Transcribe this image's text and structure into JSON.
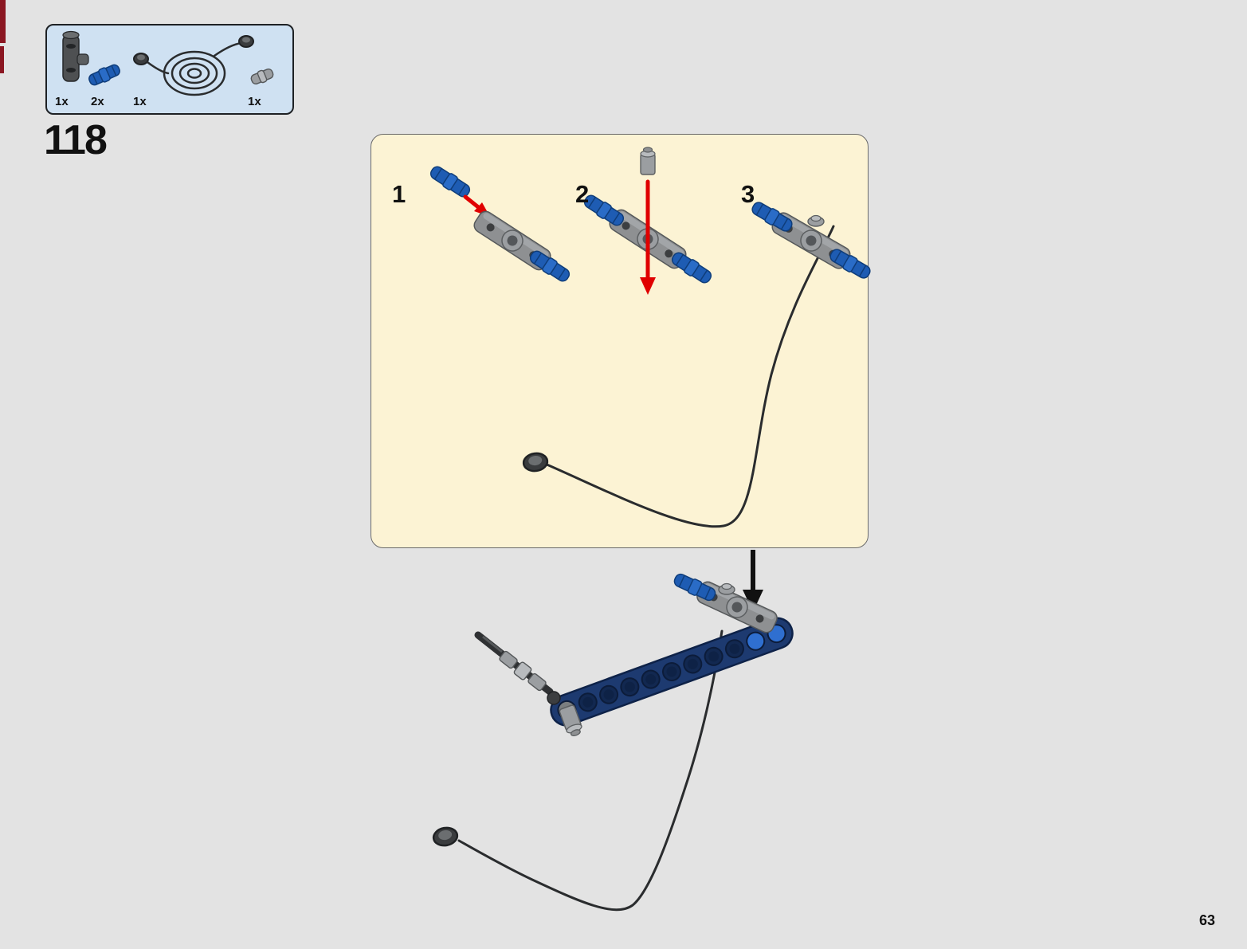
{
  "page": {
    "number": "63"
  },
  "step": {
    "number": "118"
  },
  "parts_callout": {
    "items": [
      {
        "count": "1x",
        "part_name": "dark-gray-pin-connector"
      },
      {
        "count": "2x",
        "part_name": "blue-technic-pin"
      },
      {
        "count": "1x",
        "part_name": "string-with-end-studs"
      },
      {
        "count": "1x",
        "part_name": "light-gray-pin"
      }
    ]
  },
  "instruction_panel": {
    "substeps": [
      {
        "label": "1"
      },
      {
        "label": "2"
      },
      {
        "label": "3"
      }
    ]
  },
  "colors": {
    "page_background": "#e3e3e3",
    "callout_background": "#cfe1f2",
    "panel_background": "#fcf3d4",
    "blue_part": "#1e5cb3",
    "dark_blue_beam": "#1d3a70",
    "gray_part": "#8e9092",
    "red_arrow": "#e00000",
    "cable": "#2a2c2e"
  }
}
